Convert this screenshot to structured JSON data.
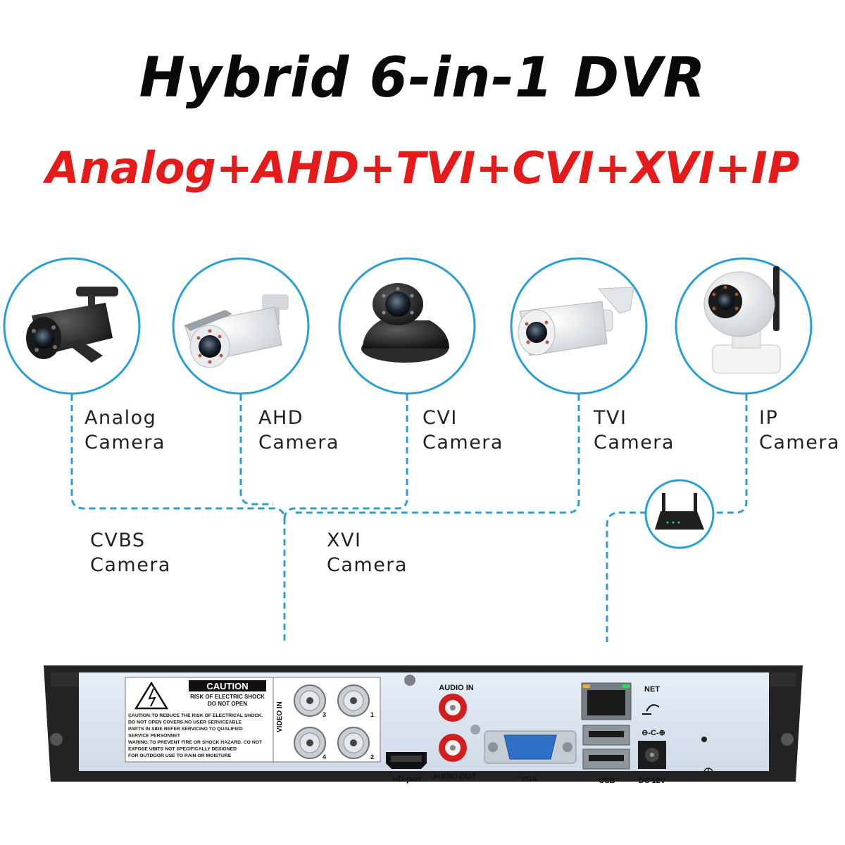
{
  "title": "Hybrid 6-in-1 DVR",
  "subtitle": "Analog+AHD+TVI+CVI+XVI+IP",
  "cameras": [
    {
      "icon": "bullet-camera-black-icon",
      "line1": "Analog",
      "line2": "Camera"
    },
    {
      "icon": "bullet-camera-white-icon",
      "line1": "AHD",
      "line2": "Camera"
    },
    {
      "icon": "dome-camera-icon",
      "line1": "CVI",
      "line2": "Camera"
    },
    {
      "icon": "bullet-camera-white-icon",
      "line1": "TVI",
      "line2": "Camera"
    },
    {
      "icon": "ptz-wifi-camera-icon",
      "line1": "IP",
      "line2": "Camera"
    }
  ],
  "router": {
    "icon": "router-icon"
  },
  "groups": [
    {
      "line1": "CVBS",
      "line2": "Camera"
    },
    {
      "line1": "XVI",
      "line2": "Camera"
    }
  ],
  "dvr_panel": {
    "caution_title": "CAUTION",
    "caution_sub1": "RISK OF ELECTRIC SHOCK",
    "caution_sub2": "DO NOT OPEN",
    "caution_lines": [
      "CAUTION:TO REDUCE THE RISK OF ELECTRICAL SHOCK.",
      "DO NOT OPEN COVERS.NO USER SERVICEABLE",
      "PARTS IN SIDE REFER SERVICING TO QUALIFIED",
      "SERVICE PERSONNET",
      "WARING:TO PREVENT FIRE OR SHOCK HAZARD. CO NOT",
      "EXPOSE UBITS NOT SPECIFICALLY DESIGNED",
      "FOR OUTDOOR USE TO RAIN OR MOISTURE"
    ],
    "video_in_label": "VIDEO IN",
    "bnc_numbers": [
      "3",
      "1",
      "4",
      "2"
    ],
    "audio_in_label": "AUDIO IN",
    "audio_out_label": "AUDIO OUT",
    "hd_port_label": "HD-port",
    "vga_label": "VGA",
    "usb_label": "USB",
    "net_label": "NET",
    "dc_label": "DC 12V",
    "polarity_label": "⊖-C-⊕"
  },
  "colors": {
    "title": "#0a0a0a",
    "subtitle": "#e41b1b",
    "connector": "#2a9fd4",
    "panel_face": "#dde8f3",
    "chassis": "#262626",
    "rca": "#d11f1f",
    "vga": "#2f6fc6"
  }
}
